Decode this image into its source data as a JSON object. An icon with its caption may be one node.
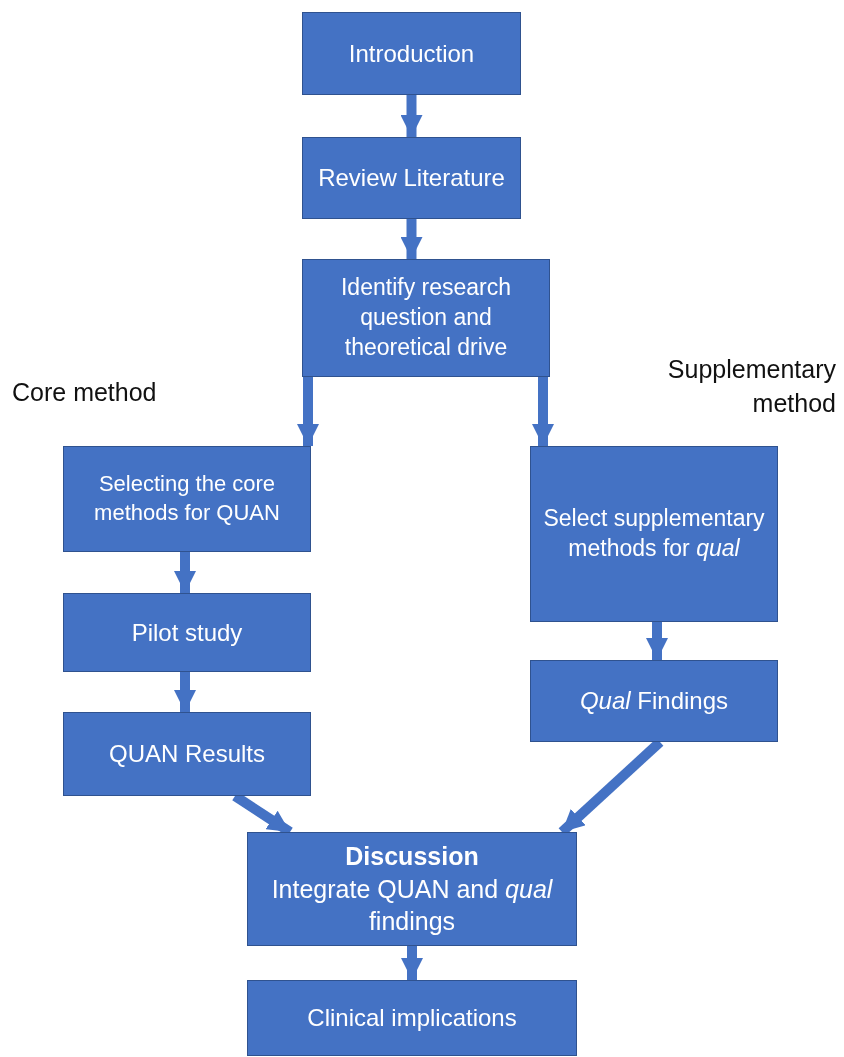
{
  "diagram": {
    "nodes": [
      {
        "text": [
          "Introduction"
        ]
      },
      {
        "text": [
          "Review Literature"
        ]
      },
      {
        "text": [
          "Identify research question and theoretical drive"
        ]
      },
      {
        "text": [
          "Selecting the core methods for QUAN"
        ]
      },
      {
        "text": [
          "Select supplementary methods for *qual*"
        ]
      },
      {
        "text": [
          "Pilot study"
        ]
      },
      {
        "text": [
          "*Qual* Findings"
        ]
      },
      {
        "text": [
          "QUAN Results"
        ]
      },
      {
        "text": [
          "Discussion",
          "Integrate QUAN and *qual* findings"
        ]
      },
      {
        "text": [
          "Clinical implications"
        ]
      }
    ],
    "edges": [
      {
        "from": 0,
        "to": 1,
        "arrow": "to"
      },
      {
        "from": 1,
        "to": 2,
        "arrow": "to"
      },
      {
        "from": 2,
        "to": 3,
        "arrow": "to"
      },
      {
        "from": 2,
        "to": 4,
        "arrow": "to"
      },
      {
        "from": 3,
        "to": 5,
        "arrow": "to"
      },
      {
        "from": 5,
        "to": 7,
        "arrow": "to"
      },
      {
        "from": 4,
        "to": 6,
        "arrow": "to"
      },
      {
        "from": 7,
        "to": 8,
        "arrow": "to"
      },
      {
        "from": 6,
        "to": 8,
        "arrow": "to"
      },
      {
        "from": 8,
        "to": 9,
        "arrow": "to"
      }
    ],
    "labels": [
      "Core method",
      "Supplementary method"
    ]
  }
}
